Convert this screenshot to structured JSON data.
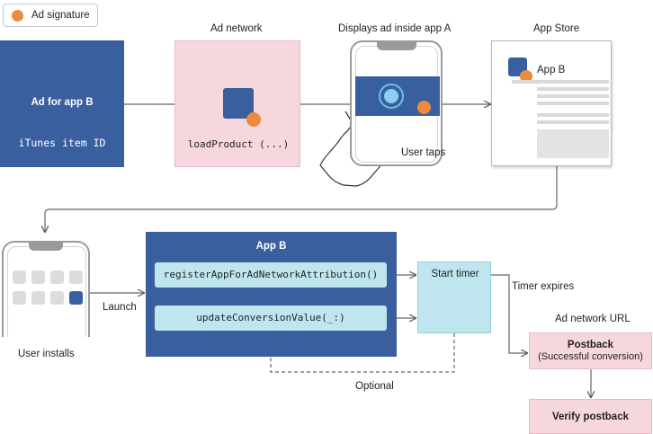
{
  "legend": {
    "label": "Ad signature"
  },
  "ad_box": {
    "title": "Ad for app B",
    "subtitle": "iTunes item ID"
  },
  "ad_network": {
    "heading": "Ad network",
    "code": "loadProduct (...)"
  },
  "display": {
    "heading": "Displays ad inside app A",
    "caption": "User taps"
  },
  "app_store": {
    "heading": "App Store",
    "app_name": "App B"
  },
  "install": {
    "caption": "User installs",
    "launch_label": "Launch"
  },
  "app_b": {
    "title": "App B",
    "method1": "registerAppForAdNetworkAttribution()",
    "method2": "updateConversionValue(_:)",
    "optional_label": "Optional"
  },
  "timer": {
    "label": "Start timer",
    "expires_label": "Timer expires"
  },
  "postback": {
    "url_label": "Ad network URL",
    "title": "Postback",
    "subtitle": "(Successful conversion)",
    "verify": "Verify postback"
  },
  "colors": {
    "blue": "#3a5f9f",
    "orange": "#ec8a3f",
    "pink": "#f7d7de",
    "cyan": "#bfe6ef"
  }
}
